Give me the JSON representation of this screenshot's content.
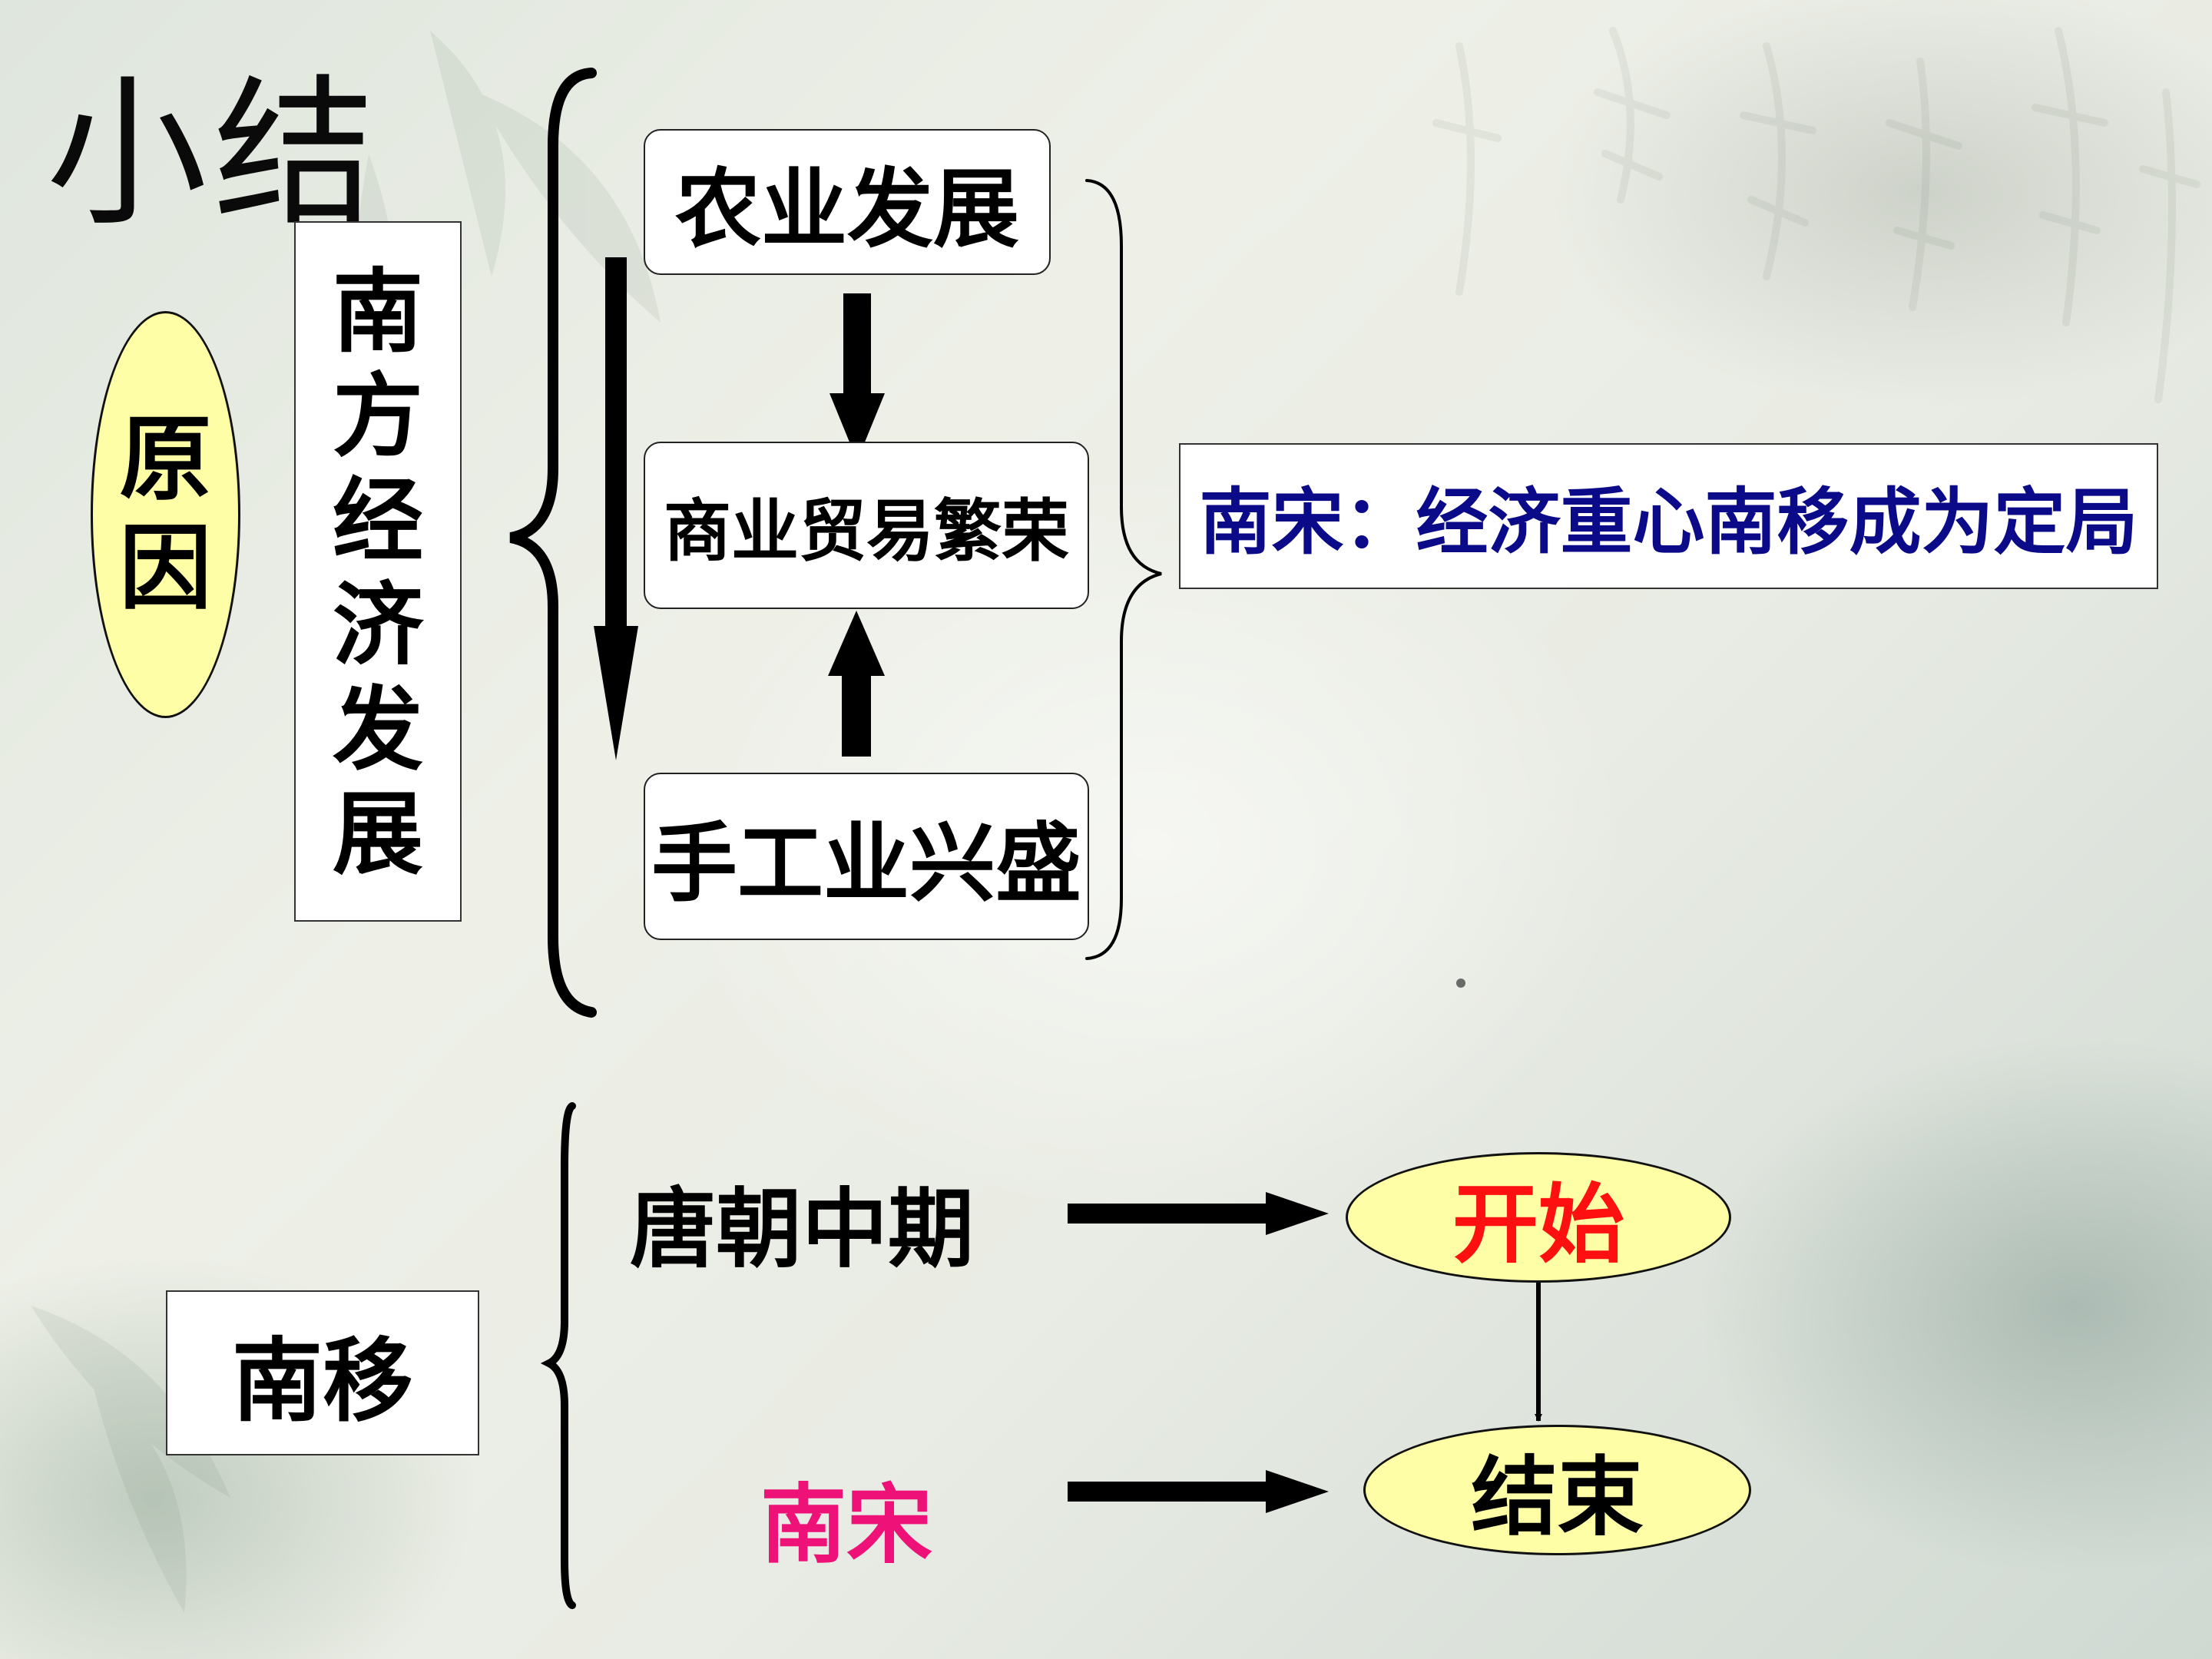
{
  "title": "小结",
  "reason_label": "原因",
  "south_econ_label": "南方经济发展",
  "factors": {
    "agriculture": "农业发展",
    "commerce": "商业贸易繁荣",
    "handicraft": "手工业兴盛"
  },
  "result": "南宋：经济重心南移成为定局",
  "shift": {
    "label": "南移",
    "mid_tang": "唐朝中期",
    "southern_song": "南宋",
    "start": "开始",
    "end": "结束"
  },
  "colors": {
    "ellipse_fill": "#fefea6",
    "result_text": "#0b0b8a",
    "start_text": "#ff1010",
    "southern_song_text": "#ee1177"
  }
}
